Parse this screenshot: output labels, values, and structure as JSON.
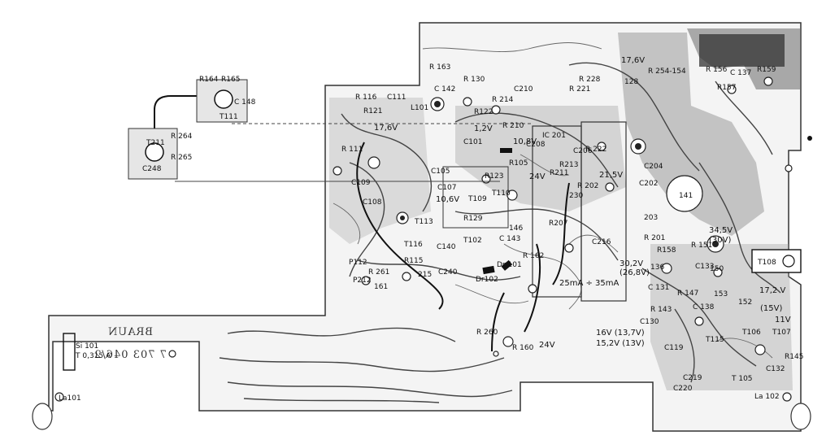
{
  "board": {
    "brand": "BRAUN",
    "part_number": "7 703 046/2"
  },
  "labels": {
    "main": [
      {
        "id": "r163",
        "text": "R 163"
      },
      {
        "id": "c142",
        "text": "C 142"
      },
      {
        "id": "r130",
        "text": "R 130"
      },
      {
        "id": "r122",
        "text": "R122"
      },
      {
        "id": "r214",
        "text": "R 214"
      },
      {
        "id": "c210",
        "text": "C210"
      },
      {
        "id": "r221",
        "text": "R 221"
      },
      {
        "id": "r228",
        "text": "R 228"
      },
      {
        "id": "r128",
        "text": "128"
      },
      {
        "id": "v176",
        "text": "17,6V"
      },
      {
        "id": "r254",
        "text": "R 254-154"
      },
      {
        "id": "r156",
        "text": "R 156"
      },
      {
        "id": "c137",
        "text": "C 137"
      },
      {
        "id": "r159",
        "text": "R159"
      },
      {
        "id": "r157",
        "text": "R157"
      },
      {
        "id": "r116",
        "text": "R 116"
      },
      {
        "id": "c111",
        "text": "C111"
      },
      {
        "id": "l101",
        "text": "L101"
      },
      {
        "id": "r121",
        "text": "R121"
      },
      {
        "id": "v1176",
        "text": "17,6V"
      },
      {
        "id": "v12",
        "text": "1,2V"
      },
      {
        "id": "r210",
        "text": "R 210"
      },
      {
        "id": "c208",
        "text": "C208"
      },
      {
        "id": "ic201",
        "text": "IC 201"
      },
      {
        "id": "c206",
        "text": "C206"
      },
      {
        "id": "r222",
        "text": "R 222"
      },
      {
        "id": "v108",
        "text": "10,8V"
      },
      {
        "id": "r111",
        "text": "R 111"
      },
      {
        "id": "c109",
        "text": "C109"
      },
      {
        "id": "c101",
        "text": "C101"
      },
      {
        "id": "c105",
        "text": "C105"
      },
      {
        "id": "r105",
        "text": "R105"
      },
      {
        "id": "r211",
        "text": "R211"
      },
      {
        "id": "r213",
        "text": "R213"
      },
      {
        "id": "v24a",
        "text": "24V"
      },
      {
        "id": "v215",
        "text": "21,5V"
      },
      {
        "id": "c204",
        "text": "C204"
      },
      {
        "id": "c202",
        "text": "C202"
      },
      {
        "id": "r123",
        "text": "R123"
      },
      {
        "id": "c107",
        "text": "C107"
      },
      {
        "id": "v106",
        "text": "10,6V"
      },
      {
        "id": "t109",
        "text": "T109"
      },
      {
        "id": "t110",
        "text": "T110"
      },
      {
        "id": "r202",
        "text": "R 202"
      },
      {
        "id": "r230",
        "text": "230"
      },
      {
        "id": "r141",
        "text": "141"
      },
      {
        "id": "c108",
        "text": "C108"
      },
      {
        "id": "t113",
        "text": "T113"
      },
      {
        "id": "r129",
        "text": "R129"
      },
      {
        "id": "t102",
        "text": "T102"
      },
      {
        "id": "c143",
        "text": "C 143"
      },
      {
        "id": "r146",
        "text": "146"
      },
      {
        "id": "r207",
        "text": "R207"
      },
      {
        "id": "c216",
        "text": "C216"
      },
      {
        "id": "r203",
        "text": "203"
      },
      {
        "id": "r201",
        "text": "R 201"
      },
      {
        "id": "r158",
        "text": "R158"
      },
      {
        "id": "r151",
        "text": "R 151"
      },
      {
        "id": "v345",
        "text": "34,5V"
      },
      {
        "id": "v30",
        "text": "(30V)"
      },
      {
        "id": "t108",
        "text": "T108"
      },
      {
        "id": "t116",
        "text": "T116"
      },
      {
        "id": "c140",
        "text": "C140"
      },
      {
        "id": "r115",
        "text": "R115"
      },
      {
        "id": "c240",
        "text": "C240"
      },
      {
        "id": "r162",
        "text": "R 162"
      },
      {
        "id": "dr101",
        "text": "Dr 101"
      },
      {
        "id": "dr102",
        "text": "Dr102"
      },
      {
        "id": "p112",
        "text": "P112"
      },
      {
        "id": "p212",
        "text": "P212"
      },
      {
        "id": "r261",
        "text": "R 261"
      },
      {
        "id": "r161",
        "text": "161"
      },
      {
        "id": "r215",
        "text": "215"
      },
      {
        "id": "v302",
        "text": "30,2V"
      },
      {
        "id": "v268",
        "text": "(26,8V)"
      },
      {
        "id": "i25",
        "text": "25mA ÷ 35mA"
      },
      {
        "id": "c133",
        "text": "C133"
      },
      {
        "id": "r150",
        "text": "150"
      },
      {
        "id": "r153",
        "text": "153"
      },
      {
        "id": "c136",
        "text": "136"
      },
      {
        "id": "c131",
        "text": "C 131"
      },
      {
        "id": "r147",
        "text": "R 147"
      },
      {
        "id": "c138",
        "text": "C 138"
      },
      {
        "id": "r143",
        "text": "R 143"
      },
      {
        "id": "r152",
        "text": "152"
      },
      {
        "id": "v172",
        "text": "17,2 V"
      },
      {
        "id": "v15",
        "text": "(15V)"
      },
      {
        "id": "v11",
        "text": "11V"
      },
      {
        "id": "r260",
        "text": "R 260"
      },
      {
        "id": "r160",
        "text": "R 160"
      },
      {
        "id": "v24b",
        "text": "24V"
      },
      {
        "id": "v16",
        "text": "16V (13,7V)"
      },
      {
        "id": "v152",
        "text": "15,2V (13V)"
      },
      {
        "id": "c130",
        "text": "C130"
      },
      {
        "id": "c119",
        "text": "C119"
      },
      {
        "id": "c220",
        "text": "C220"
      },
      {
        "id": "c219",
        "text": "C219"
      },
      {
        "id": "t115",
        "text": "T115"
      },
      {
        "id": "t106",
        "text": "T106"
      },
      {
        "id": "t107",
        "text": "T107"
      },
      {
        "id": "r145",
        "text": "R145"
      },
      {
        "id": "t105",
        "text": "T 105"
      },
      {
        "id": "c132",
        "text": "C132"
      },
      {
        "id": "la102",
        "text": "La 102"
      }
    ],
    "sub1": [
      {
        "id": "r164",
        "text": "R164"
      },
      {
        "id": "r165",
        "text": "R165"
      },
      {
        "id": "t111",
        "text": "T111"
      },
      {
        "id": "c148",
        "text": "C 148"
      }
    ],
    "sub2": [
      {
        "id": "t211",
        "text": "T211"
      },
      {
        "id": "r264",
        "text": "R 264"
      },
      {
        "id": "r265",
        "text": "R 265"
      },
      {
        "id": "c248",
        "text": "C248"
      }
    ],
    "fuse": [
      {
        "id": "si101",
        "text": "Si 101"
      },
      {
        "id": "t0315",
        "text": "T 0,315 A"
      },
      {
        "id": "la101",
        "text": "La101"
      }
    ]
  }
}
